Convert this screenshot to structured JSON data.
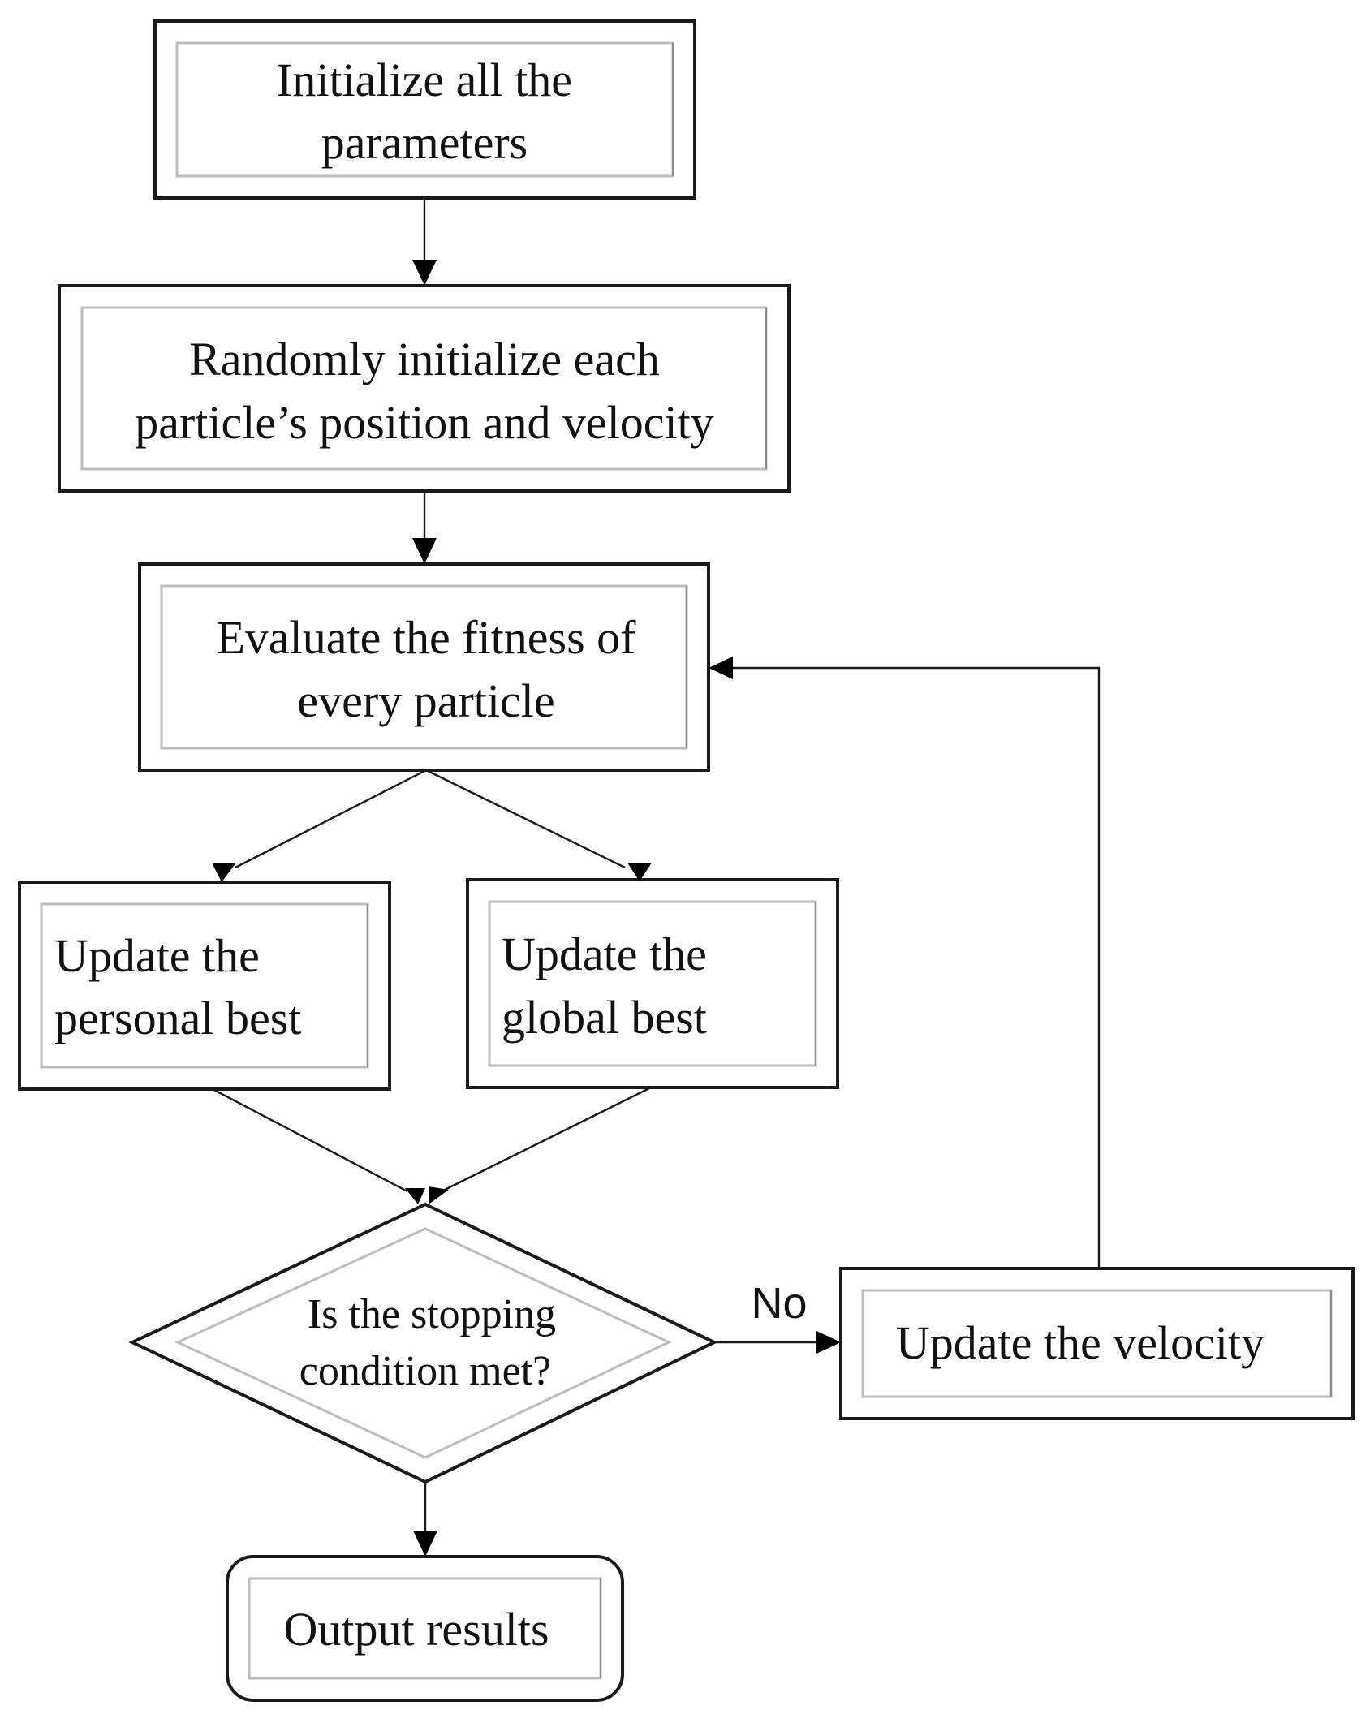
{
  "nodes": {
    "init_params": {
      "lines": [
        "Initialize  all the",
        "parameters"
      ]
    },
    "random_init": {
      "lines": [
        "Randomly initialize  each",
        "particle’s position and velocity"
      ]
    },
    "evaluate": {
      "lines": [
        "Evaluate the fitness of",
        "every particle"
      ]
    },
    "personal_best": {
      "lines": [
        "Update the",
        "personal best"
      ]
    },
    "global_best": {
      "lines": [
        "Update the",
        "global best"
      ]
    },
    "decision": {
      "lines": [
        "Is the stopping",
        "condition met?"
      ]
    },
    "update_velocity": {
      "lines": [
        "Update the velocity"
      ]
    },
    "output": {
      "lines": [
        "Output results"
      ]
    }
  },
  "edges": {
    "no_label": "No"
  }
}
